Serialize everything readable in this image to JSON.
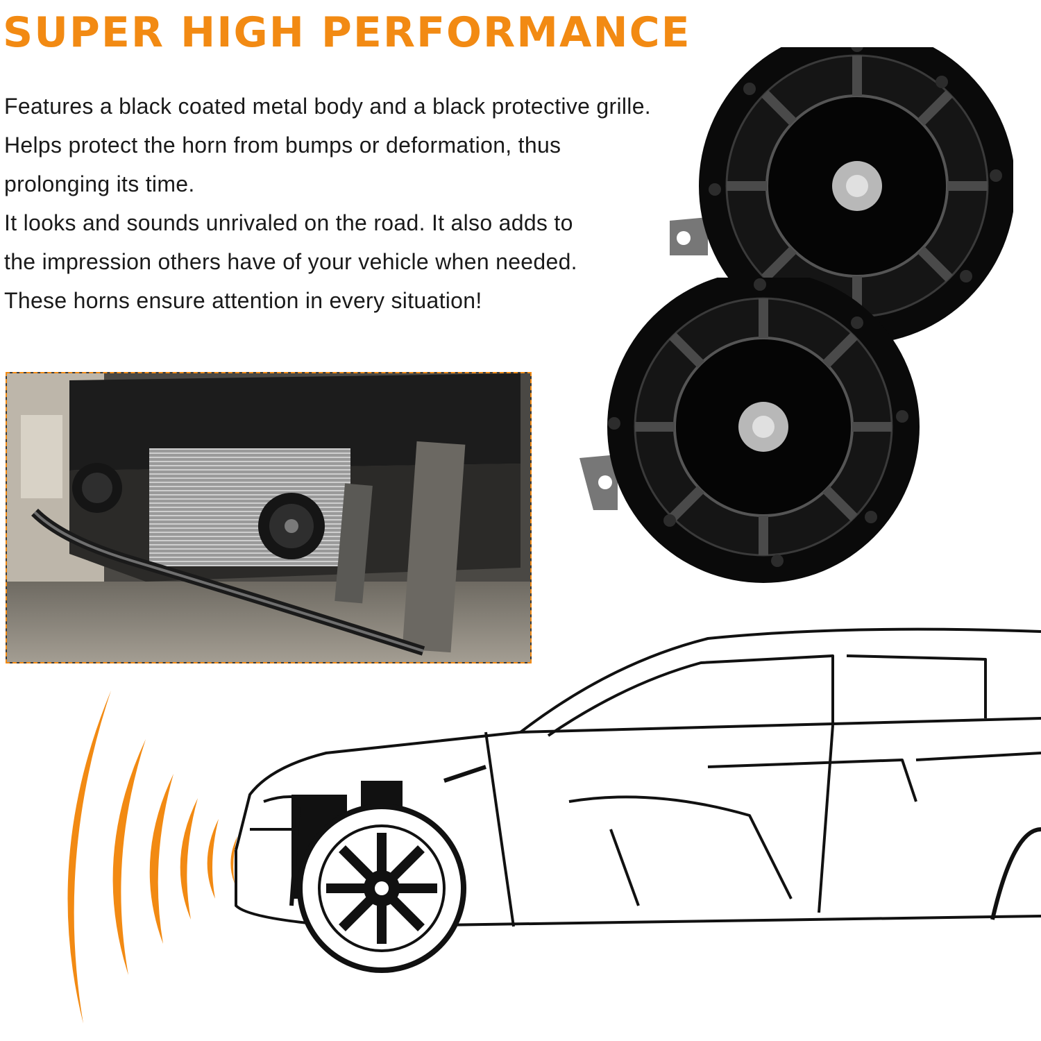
{
  "headline": "SUPER HIGH PERFORMANCE",
  "description_lines": [
    "Features a black coated metal body and a black protective grille.",
    "Helps protect the horn from bumps or deformation, thus",
    "prolonging its time.",
    "It looks and sounds unrivaled on the road. It also adds to",
    "the impression others have of your vehicle when needed.",
    "These horns ensure attention in every situation!"
  ],
  "colors": {
    "accent": "#f28a13",
    "text": "#1a1a1a",
    "horn_body": "#0a0a0a"
  },
  "images": {
    "installation_photo": "horns-mounted-behind-car-bumper",
    "product": "pair-of-black-electric-horns",
    "illustration": "car-cutaway-line-drawing",
    "sound_waves": "orange-sound-wave-arcs"
  }
}
